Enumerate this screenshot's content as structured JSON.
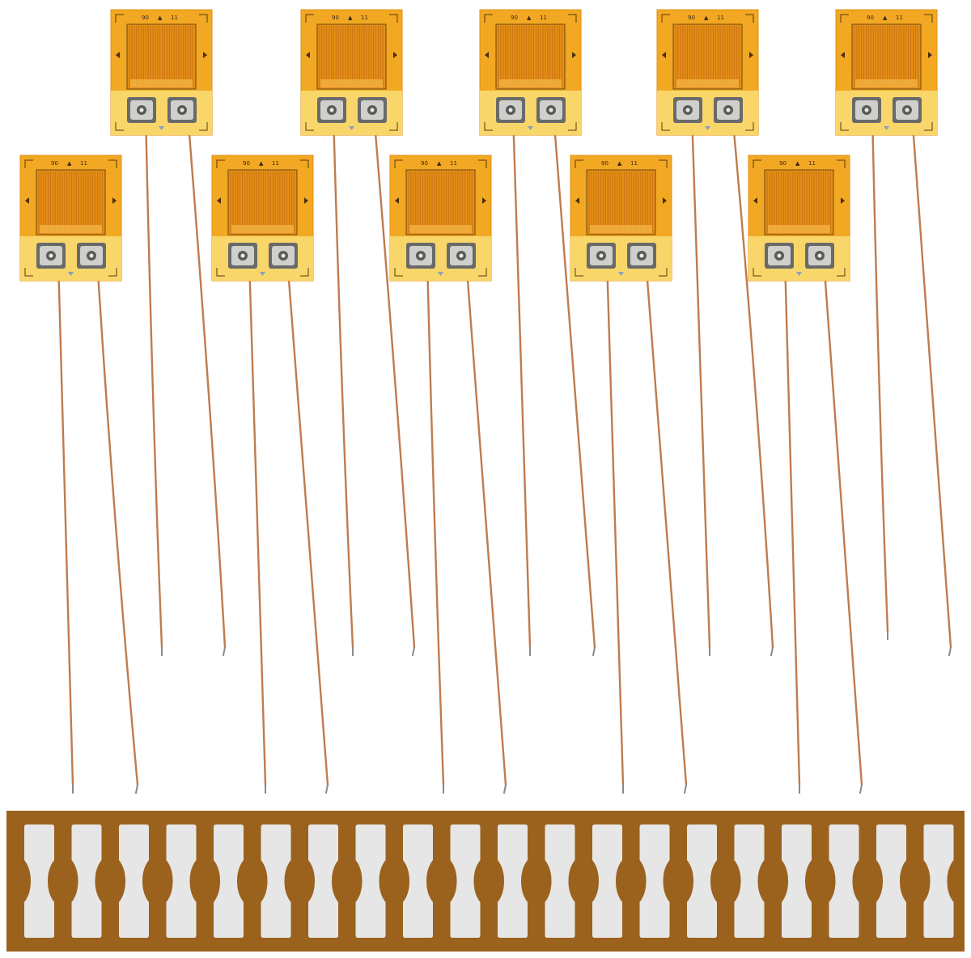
{
  "scene": {
    "background_color": "#ffffff"
  },
  "strain_gauge": {
    "marking_left": "90",
    "marking_right": "11",
    "marker_glyph": "▲",
    "colors": {
      "film": "#f2a823",
      "film_edge": "#e08f10",
      "grid": "#e58e17",
      "grid_line": "#c97410",
      "pad_area": "#f9d66a",
      "pad_silver": "#cfd0cc",
      "pad_dark": "#5a5a5a",
      "wire": "#c07b4e"
    }
  },
  "gauges": [
    {
      "id": "top-1"
    },
    {
      "id": "top-2"
    },
    {
      "id": "top-3"
    },
    {
      "id": "top-4"
    },
    {
      "id": "top-5"
    },
    {
      "id": "bottom-1"
    },
    {
      "id": "bottom-2"
    },
    {
      "id": "bottom-3"
    },
    {
      "id": "bottom-4"
    },
    {
      "id": "bottom-5"
    }
  ],
  "terminal_strip": {
    "tab_count": 20,
    "colors": {
      "backing": "#9b621e",
      "tab": "#e6e6e6"
    }
  }
}
